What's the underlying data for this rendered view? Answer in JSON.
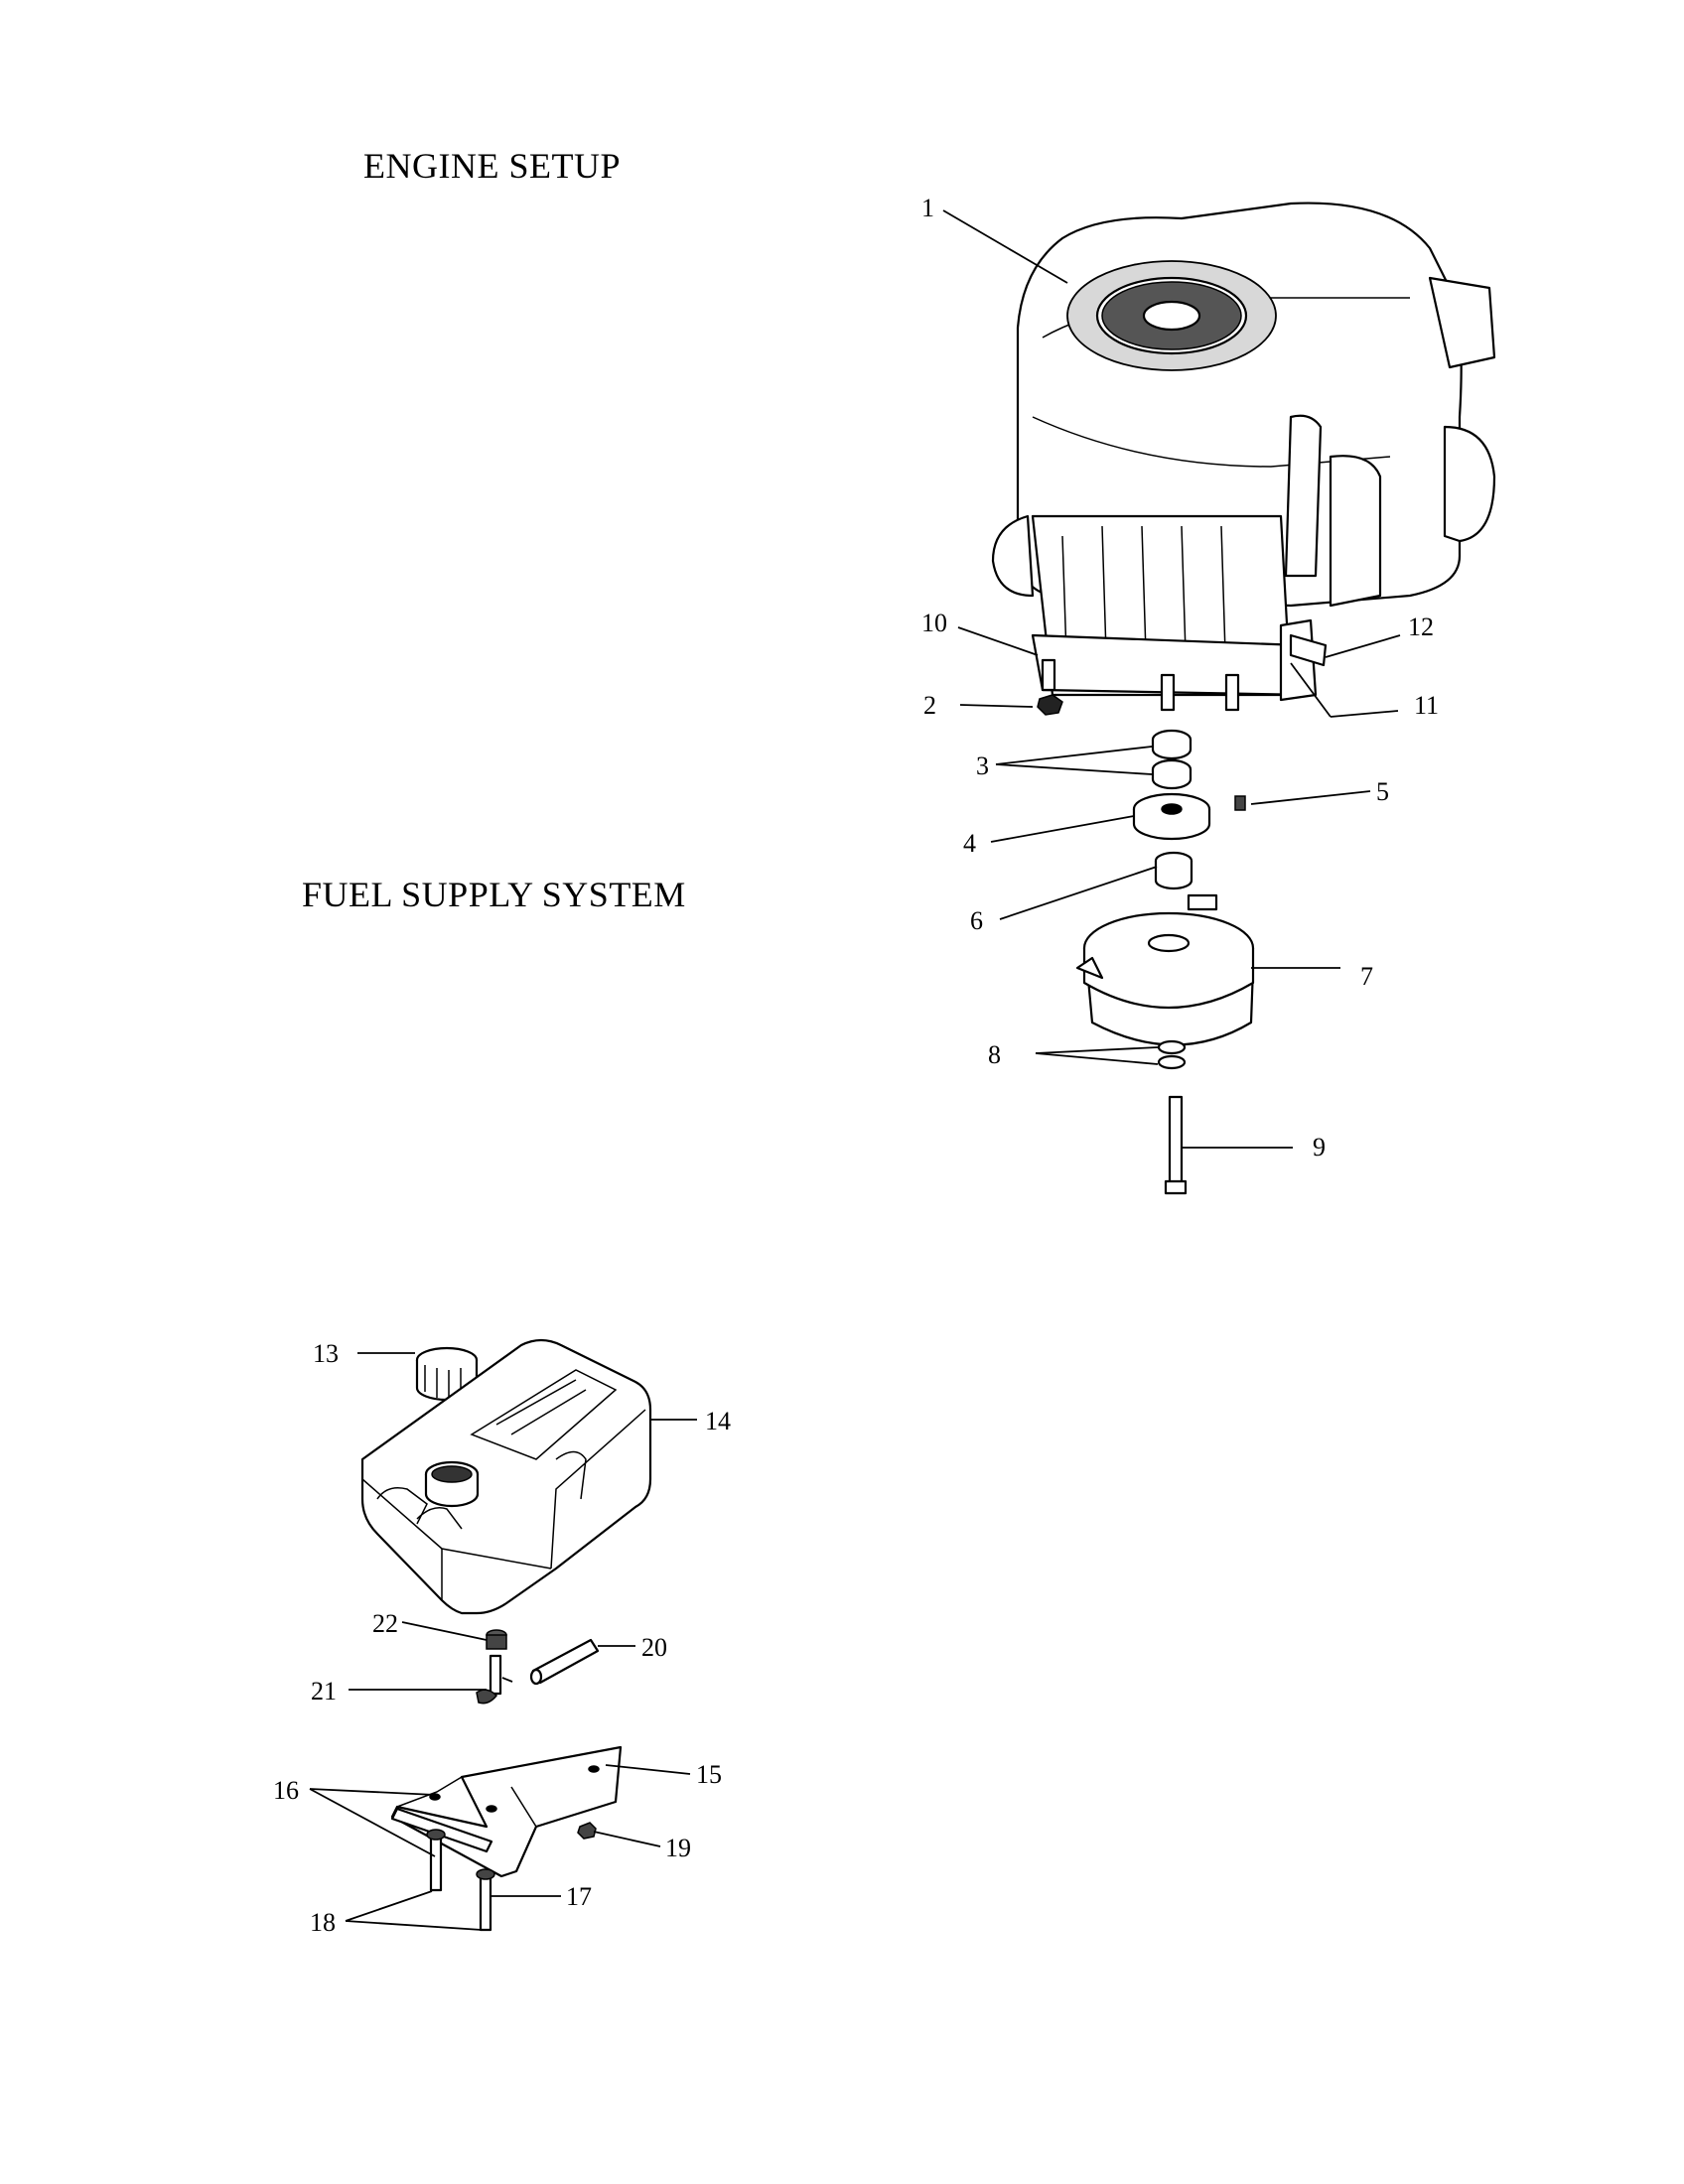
{
  "titles": {
    "engine": "ENGINE SETUP",
    "fuel": "FUEL SUPPLY SYSTEM"
  },
  "callouts": {
    "engine": [
      "1",
      "2",
      "3",
      "4",
      "5",
      "6",
      "7",
      "8",
      "9",
      "10",
      "11",
      "12"
    ],
    "fuel": [
      "13",
      "14",
      "15",
      "16",
      "17",
      "18",
      "19",
      "20",
      "21",
      "22"
    ]
  }
}
